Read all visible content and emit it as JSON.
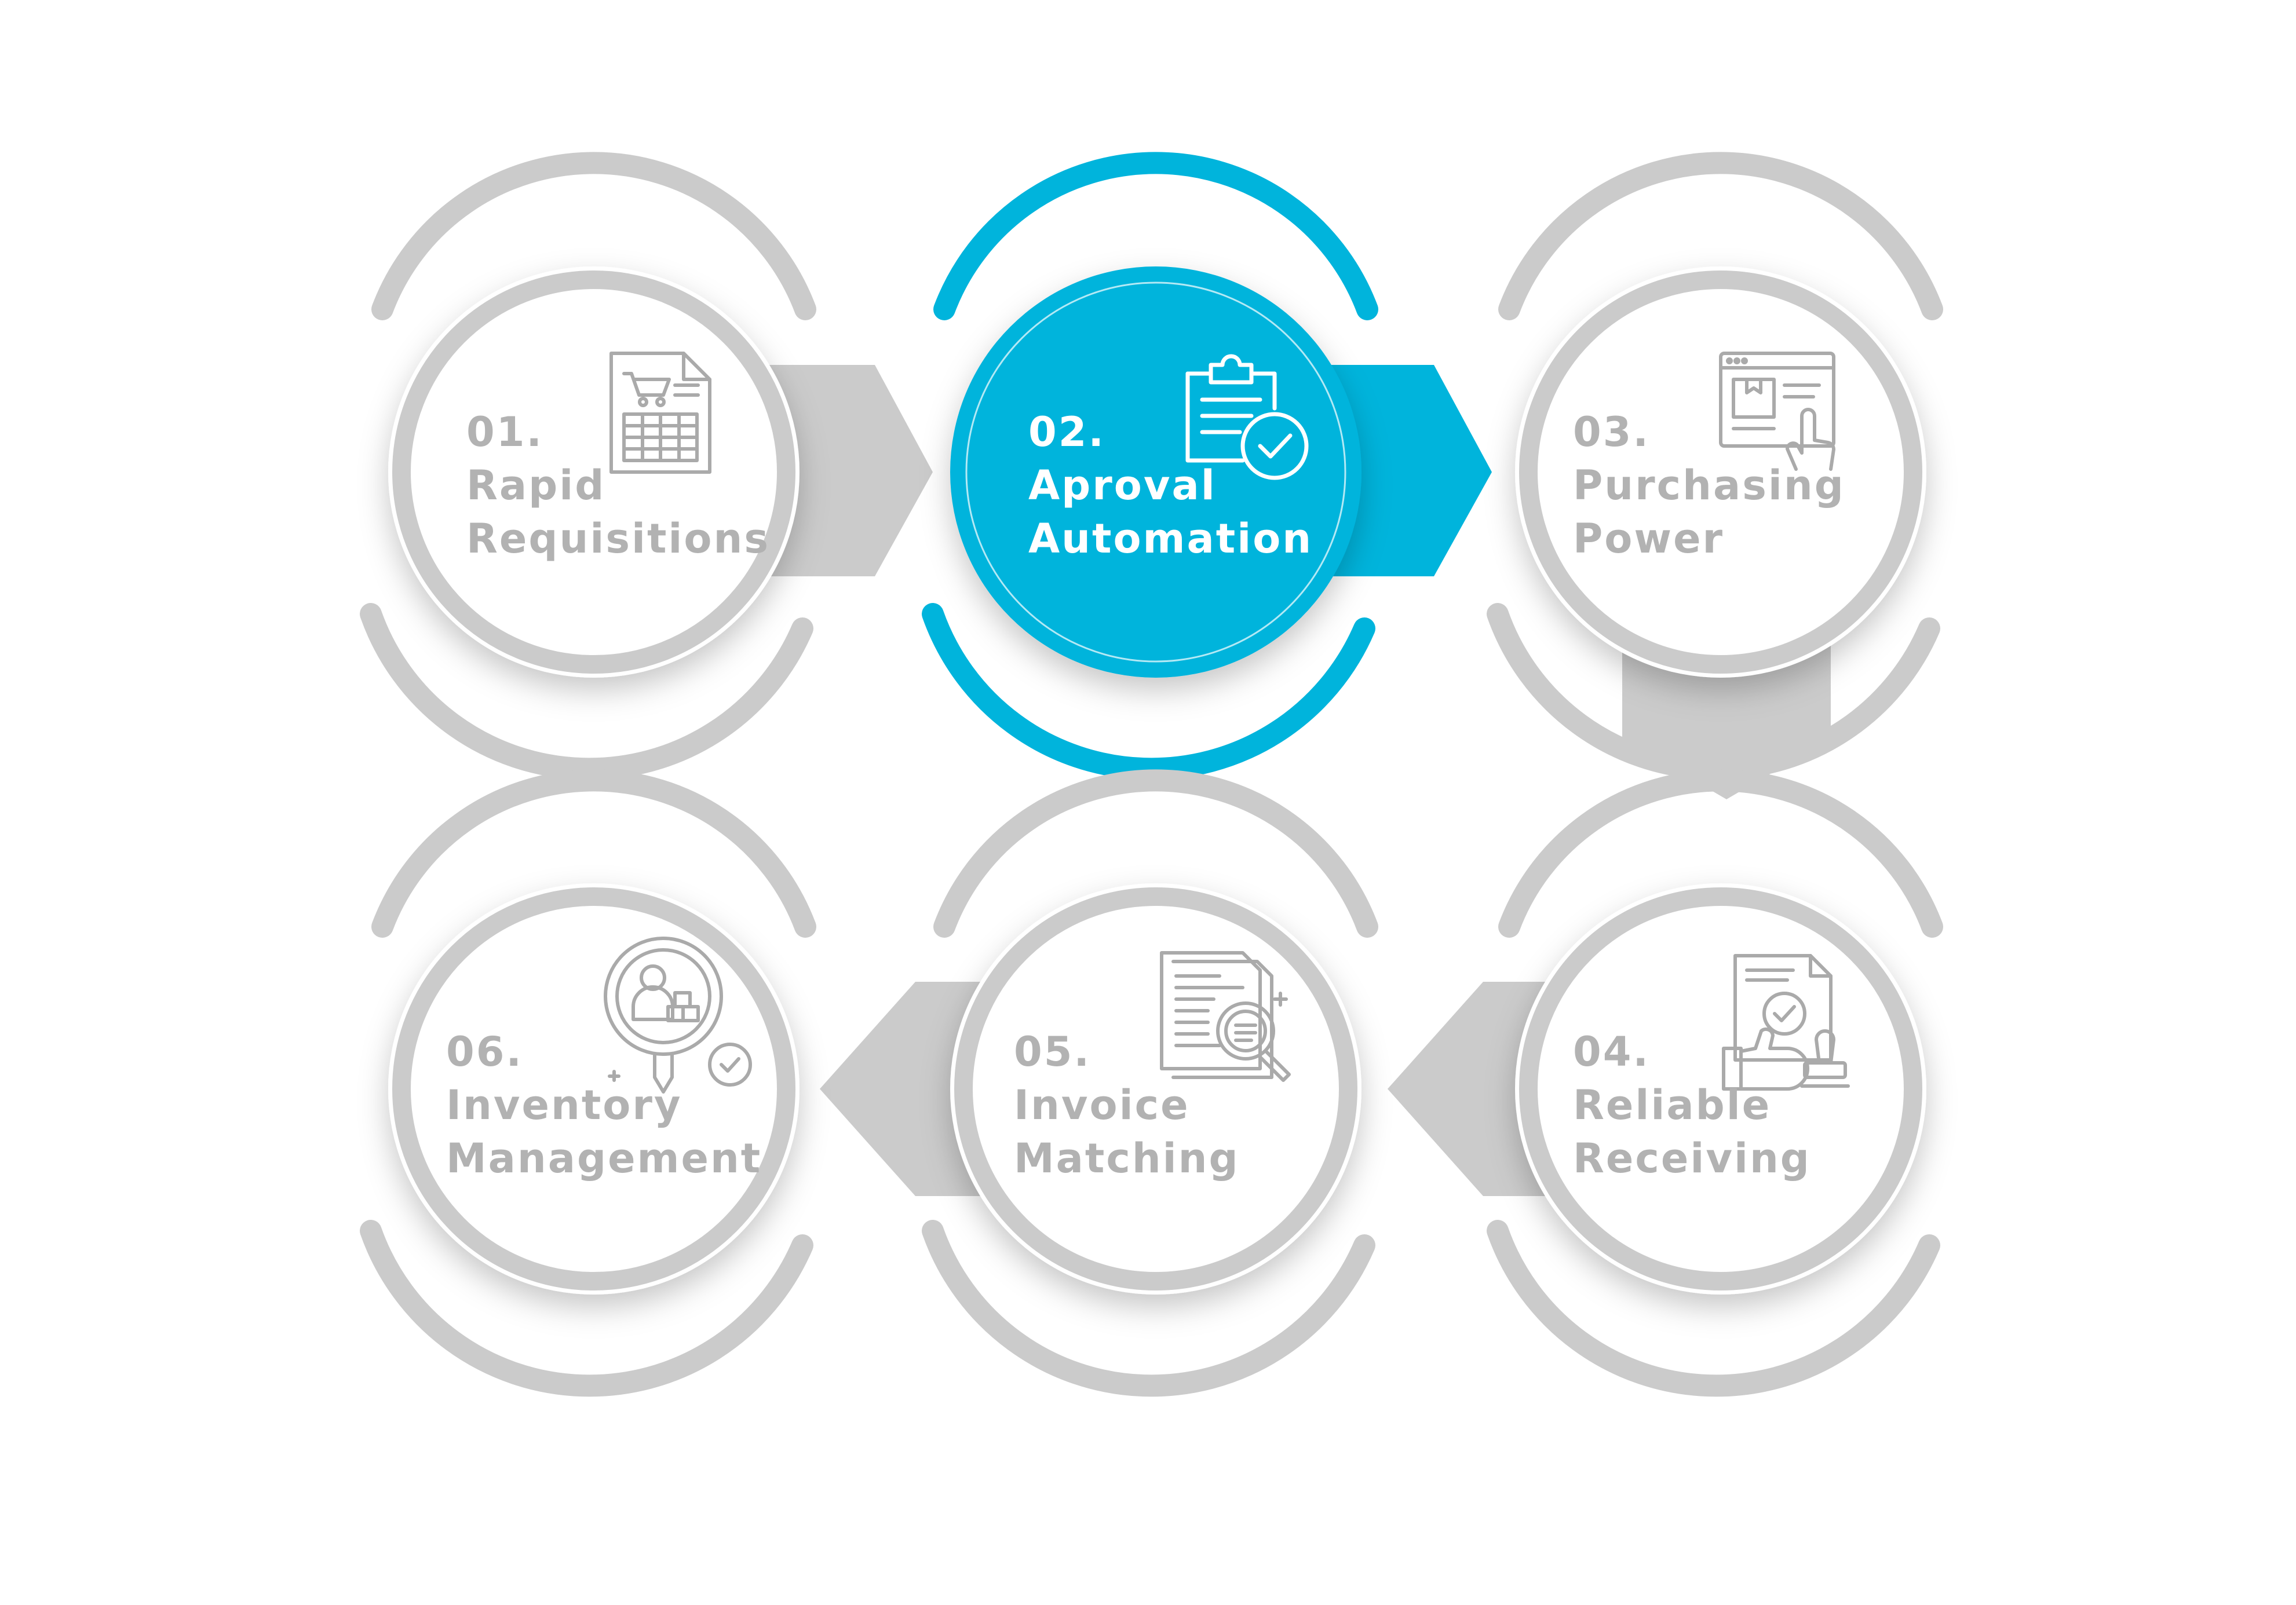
{
  "colors": {
    "active": "#00b4dc",
    "active_text": "#ffffff",
    "inactive_ring": "#cbcbcb",
    "inactive_text": "#b2b2b2",
    "inactive_icon": "#aaaaaa",
    "arrow": "#cbcbcb",
    "circle_fill": "#ffffff"
  },
  "steps": [
    {
      "number": "01.",
      "title_line1": "Rapid",
      "title_line2": "Requisitions",
      "icon": "spreadsheet-cart-icon",
      "active": false
    },
    {
      "number": "02.",
      "title_line1": "Aproval",
      "title_line2": "Automation",
      "icon": "clipboard-check-icon",
      "active": true
    },
    {
      "number": "03.",
      "title_line1": "Purchasing",
      "title_line2": "Power",
      "icon": "browser-touch-icon",
      "active": false
    },
    {
      "number": "04.",
      "title_line1": "Reliable",
      "title_line2": "Receiving",
      "icon": "approved-document-stamp-icon",
      "active": false
    },
    {
      "number": "05.",
      "title_line1": "Invoice",
      "title_line2": "Matching",
      "icon": "document-magnifier-icon",
      "active": false
    },
    {
      "number": "06.",
      "title_line1": "Inventory",
      "title_line2": "Management",
      "icon": "inventory-search-icon",
      "active": false
    }
  ]
}
